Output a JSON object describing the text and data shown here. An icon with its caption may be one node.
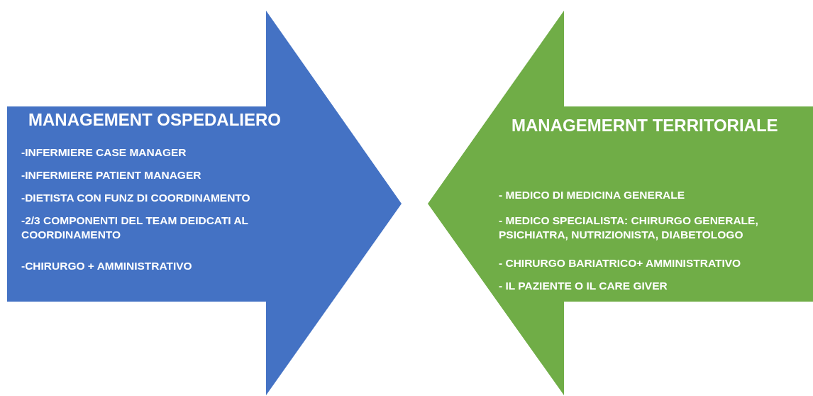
{
  "diagram": {
    "nodes": [
      {
        "text": [
          "MANAGEMENT OSPEDALIERO",
          "-INFERMIERE CASE MANAGER",
          "-INFERMIERE PATIENT MANAGER",
          "-DIETISTA CON FUNZ DI COORDINAMENTO",
          "-2/3 COMPONENTI DEL TEAM DEIDCATI AL COORDINAMENTO",
          "-CHIRURGO + AMMINISTRATIVO"
        ]
      },
      {
        "text": [
          "MANAGEMERNT TERRITORIALE",
          "- MEDICO DI MEDICINA GENERALE",
          "- MEDICO SPECIALISTA: CHIRURGO GENERALE, PSICHIATRA, NUTRIZIONISTA, DIABETOLOGO",
          "- CHIRURGO BARIATRICO+ AMMINISTRATIVO",
          "- IL PAZIENTE O IL CARE GIVER"
        ]
      }
    ]
  }
}
